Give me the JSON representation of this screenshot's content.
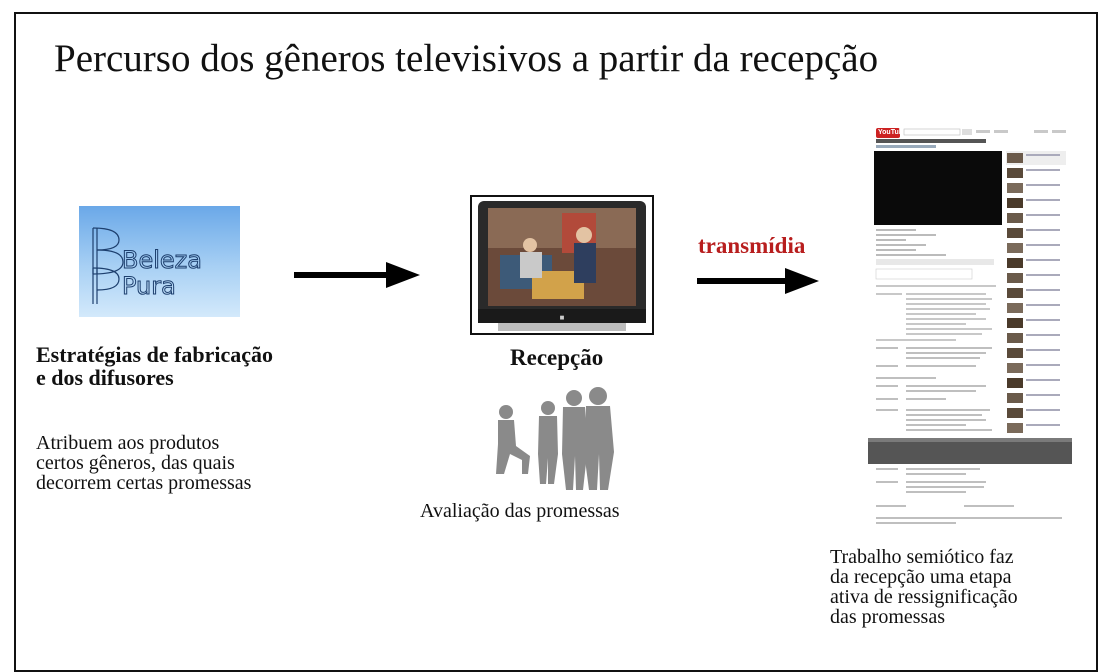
{
  "slide": {
    "title": "Percurso dos gêneros televisivos a partir da recepção",
    "logo": {
      "line1": "Beleza",
      "line2": "Pura"
    },
    "left": {
      "heading": [
        "Estratégias de fabricação",
        "e dos difusores"
      ],
      "body": [
        "Atribuem aos produtos",
        "certos gêneros, das quais",
        "decorrem certas promessas"
      ]
    },
    "center": {
      "heading": "Recepção",
      "caption": "Avaliação das promessas"
    },
    "transmedia_label": "transmídia",
    "right": {
      "youtube_logo": "YouTube",
      "body": [
        "Trabalho semiótico faz",
        "da recepção uma etapa",
        "ativa de ressignificação",
        "das promessas"
      ]
    }
  },
  "colors": {
    "transmedia": "#b81e1e",
    "logo_top": "#6aa8e8",
    "logo_bottom": "#d3e9fb"
  }
}
